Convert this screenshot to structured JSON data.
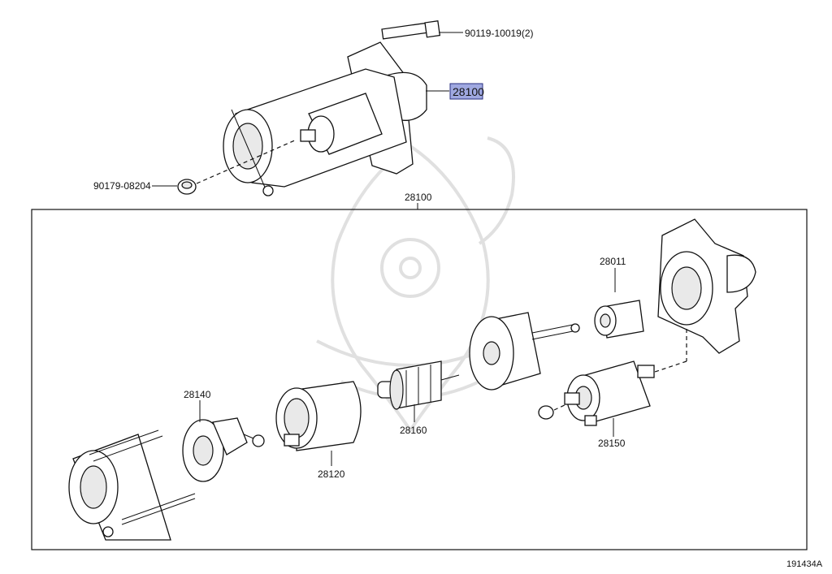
{
  "diagram": {
    "labels": {
      "bolt": "90119-10019(2)",
      "starter_assy": "28100",
      "nut": "90179-08204",
      "group": "28100",
      "drive_gear": "28011",
      "brush_holder": "28140",
      "yoke": "28120",
      "armature": "28160",
      "magnetic_switch": "28150"
    },
    "figure_code": "191434A",
    "highlight_color": "#9fa8e0"
  }
}
